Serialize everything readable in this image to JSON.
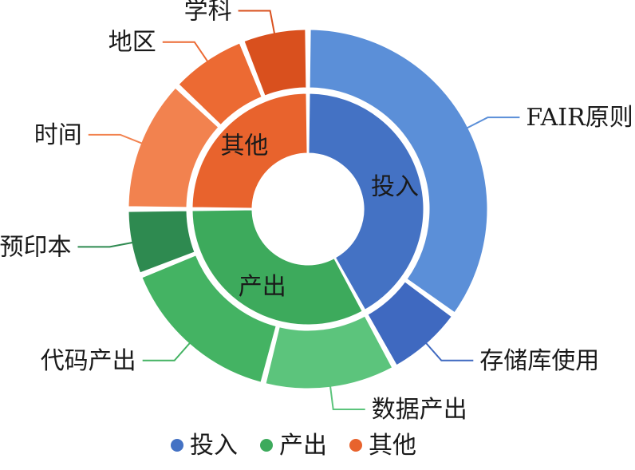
{
  "chart_data": {
    "type": "pie",
    "variant": "nested-donut",
    "legend": [
      "投入",
      "产出",
      "其他"
    ],
    "legend_position": "bottom",
    "inner": [
      {
        "name": "投入",
        "value": 42,
        "color": "#4472c4"
      },
      {
        "name": "产出",
        "value": 33,
        "color": "#3daa5c"
      },
      {
        "name": "其他",
        "value": 25,
        "color": "#e8632d"
      }
    ],
    "outer": [
      {
        "name": "FAIR原则",
        "parent": "投入",
        "value": 35,
        "color": "#5b8fd8"
      },
      {
        "name": "存储库使用",
        "parent": "投入",
        "value": 7,
        "color": "#3f69c0"
      },
      {
        "name": "数据产出",
        "parent": "产出",
        "value": 12,
        "color": "#5cc47c"
      },
      {
        "name": "代码产出",
        "parent": "产出",
        "value": 15,
        "color": "#44b363"
      },
      {
        "name": "预印本",
        "parent": "产出",
        "value": 6,
        "color": "#2e8a50"
      },
      {
        "name": "时间",
        "parent": "其他",
        "value": 12,
        "color": "#f2824f"
      },
      {
        "name": "地区",
        "parent": "其他",
        "value": 7,
        "color": "#ec6a33"
      },
      {
        "name": "学科",
        "parent": "其他",
        "value": 6,
        "color": "#d9501e"
      }
    ]
  }
}
